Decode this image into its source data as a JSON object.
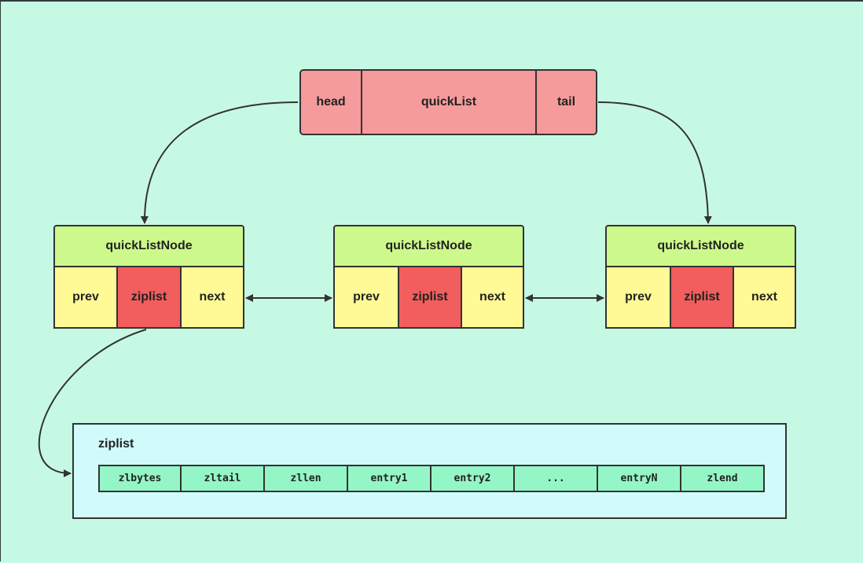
{
  "quicklist": {
    "head": "head",
    "title": "quickList",
    "tail": "tail"
  },
  "nodes": [
    {
      "title": "quickListNode",
      "prev": "prev",
      "ziplist": "ziplist",
      "next": "next"
    },
    {
      "title": "quickListNode",
      "prev": "prev",
      "ziplist": "ziplist",
      "next": "next"
    },
    {
      "title": "quickListNode",
      "prev": "prev",
      "ziplist": "ziplist",
      "next": "next"
    }
  ],
  "ziplist": {
    "label": "ziplist",
    "fields": [
      "zlbytes",
      "zltail",
      "zllen",
      "entry1",
      "entry2",
      "...",
      "entryN",
      "zlend"
    ]
  },
  "colors": {
    "background": "#c6f9e4",
    "quicklist": "#f59b9b",
    "node_title": "#cdf98c",
    "node_cell": "#fffa95",
    "node_ziplist": "#f25d5d",
    "ziplist_box": "#d1fbfb",
    "ziplist_cell": "#94f6c6"
  }
}
